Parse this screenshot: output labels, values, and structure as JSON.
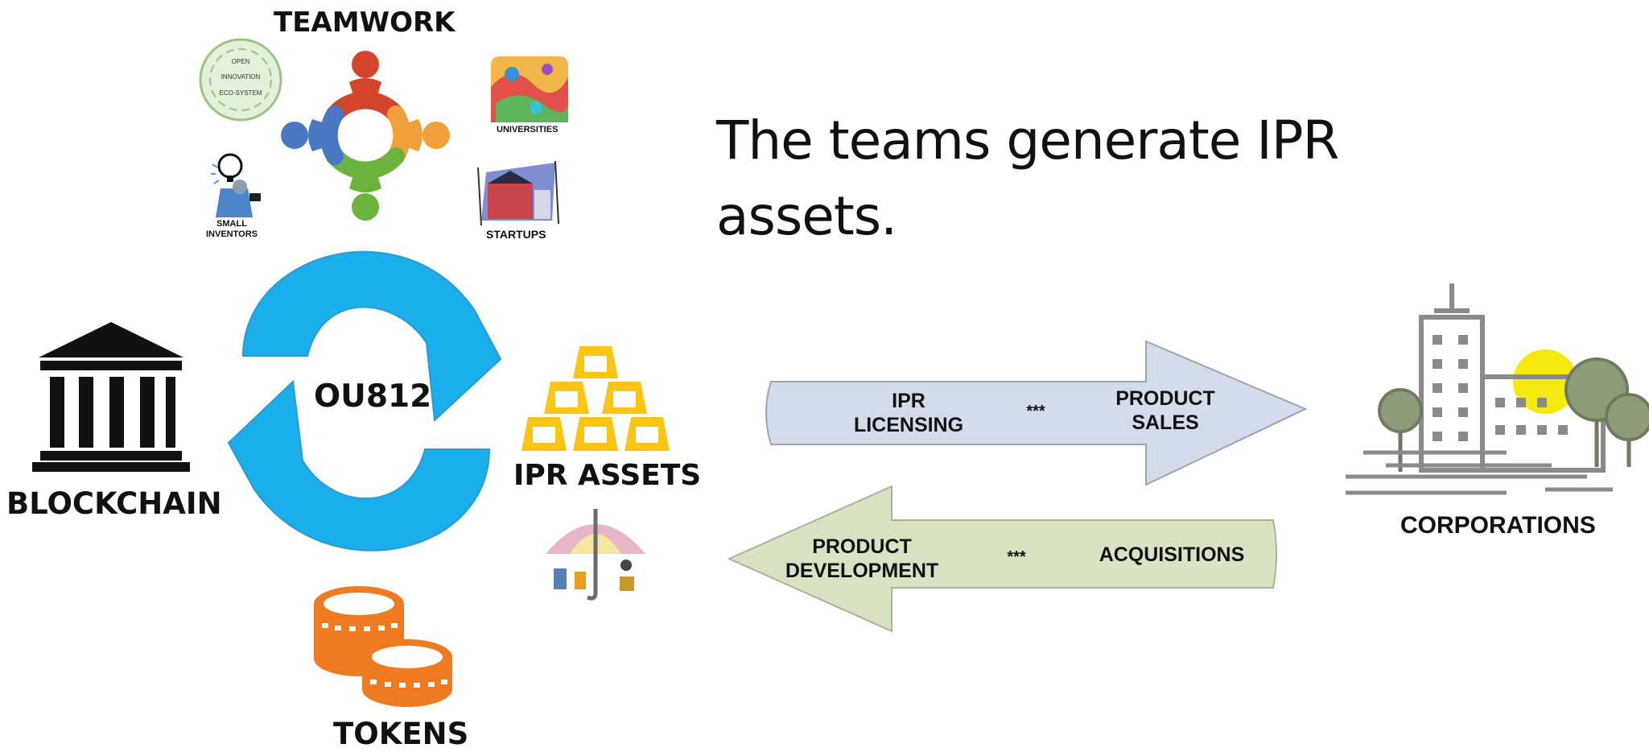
{
  "headline": "The teams generate IPR assets.",
  "labels": {
    "teamwork": "TEAMWORK",
    "blockchain": "BLOCKCHAIN",
    "cycle": "OU812",
    "ipr_assets": "IPR ASSETS",
    "tokens": "TOKENS",
    "corporations": "CORPORATIONS",
    "universities": "UNIVERSITIES",
    "small_inventors": "SMALL\nINVENTORS",
    "startups": "STARTUPS",
    "open_innovation": [
      "OPEN",
      "INNOVATION",
      "ECO-SYSTEM"
    ]
  },
  "arrows": {
    "right": {
      "left_text": "IPR\nLICENSING",
      "separator": "***",
      "right_text": "PRODUCT\nSALES",
      "fill": "#d3dcea"
    },
    "left": {
      "left_text": "PRODUCT\nDEVELOPMENT",
      "separator": "***",
      "right_text": "ACQUISITIONS",
      "fill": "#d8e3c4"
    }
  },
  "colors": {
    "cycle": "#1aaeea",
    "gold": "#fac515",
    "tokens": "#ee7b22",
    "team_red": "#d2452a",
    "team_orange": "#f0a03a",
    "team_green": "#6cb33e",
    "team_blue": "#4a78c2",
    "tree": "#8c9c78",
    "sun": "#f4ea10"
  }
}
